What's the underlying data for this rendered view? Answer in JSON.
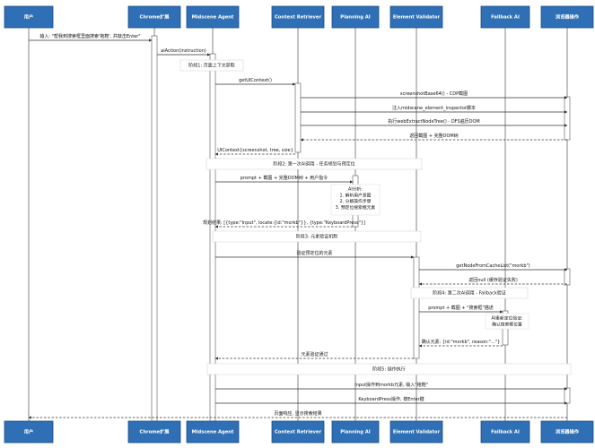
{
  "participants": [
    {
      "id": "user",
      "label": "用户"
    },
    {
      "id": "chrome",
      "label": "Chrome扩展"
    },
    {
      "id": "agent",
      "label": "Midscene Agent"
    },
    {
      "id": "retriever",
      "label": "Context Retriever"
    },
    {
      "id": "planning",
      "label": "Planning AI"
    },
    {
      "id": "validator",
      "label": "Element Validator"
    },
    {
      "id": "fallback",
      "label": "Fallback AI"
    },
    {
      "id": "browser",
      "label": "浏览器操作"
    }
  ],
  "phases": [
    {
      "label": "阶段1: 页面上下文获取"
    },
    {
      "label": "阶段2: 第一次AI调用 - 任务规划与预定位"
    },
    {
      "label": "阶段3: 元素验证机制"
    },
    {
      "label": "阶段4: 第二次AI调用 - Fallback验证"
    },
    {
      "label": "阶段5: 操作执行"
    }
  ],
  "notes": [
    {
      "lines": [
        "AI分析:",
        "1. 解析用户意图",
        "2. 分解操作步骤",
        "3. 预定位搜索框元素"
      ]
    },
    {
      "lines": [
        "AI重新定位验证:",
        "确认搜索框位置"
      ]
    }
  ],
  "messages": [
    {
      "from": "user",
      "to": "chrome",
      "label": "输入: \"帮我到搜索框里面搜索'拖鞋', 并敲击Enter\"",
      "dashed": false
    },
    {
      "from": "chrome",
      "to": "agent",
      "label": "aiAction(instruction)",
      "dashed": false
    },
    {
      "from": "agent",
      "to": "retriever",
      "label": "getUIContext()",
      "dashed": false
    },
    {
      "from": "retriever",
      "to": "browser",
      "label": "screenshotBase64() - CDP截图",
      "dashed": false
    },
    {
      "from": "retriever",
      "to": "browser",
      "label": "注入midscene_element_inspector脚本",
      "dashed": false
    },
    {
      "from": "retriever",
      "to": "browser",
      "label": "执行webExtractNodeTree() - DFS遍历DOM",
      "dashed": false
    },
    {
      "from": "browser",
      "to": "retriever",
      "label": "返回截图 + 完整DOM树",
      "dashed": true
    },
    {
      "from": "retriever",
      "to": "agent",
      "label": "UIContext{screenshot, tree, size}",
      "dashed": true
    },
    {
      "from": "agent",
      "to": "planning",
      "label": "prompt + 截图 + 完整DOM树 + 用户指令",
      "dashed": false
    },
    {
      "from": "planning",
      "to": "agent",
      "label": "规划结果: [{type:\"Input\", locate:{id:\"morkb\"}}, {type:\"KeyboardPress\"}]",
      "dashed": true
    },
    {
      "from": "agent",
      "to": "validator",
      "label": "验证预定位的元素",
      "dashed": false
    },
    {
      "from": "validator",
      "to": "browser",
      "label": "getNodeFromCacheList(\"morkb\")",
      "dashed": false
    },
    {
      "from": "browser",
      "to": "validator",
      "label": "返回null (缓存验证失败)",
      "dashed": true
    },
    {
      "from": "validator",
      "to": "fallback",
      "label": "prompt + 截图 + \"搜索框\"描述",
      "dashed": false
    },
    {
      "from": "fallback",
      "to": "validator",
      "label": "确认元素: {id:\"morkb\", reason:\"...\"}",
      "dashed": true
    },
    {
      "from": "validator",
      "to": "agent",
      "label": "元素验证通过",
      "dashed": true
    },
    {
      "from": "agent",
      "to": "browser",
      "label": "Input操作到morkb元素, 输入\"拖鞋\"",
      "dashed": false
    },
    {
      "from": "agent",
      "to": "browser",
      "label": "KeyboardPress操作, 按Enter键",
      "dashed": false
    },
    {
      "from": "browser",
      "to": "user",
      "label": "页面响应, 显示搜索结果",
      "dashed": true
    }
  ]
}
